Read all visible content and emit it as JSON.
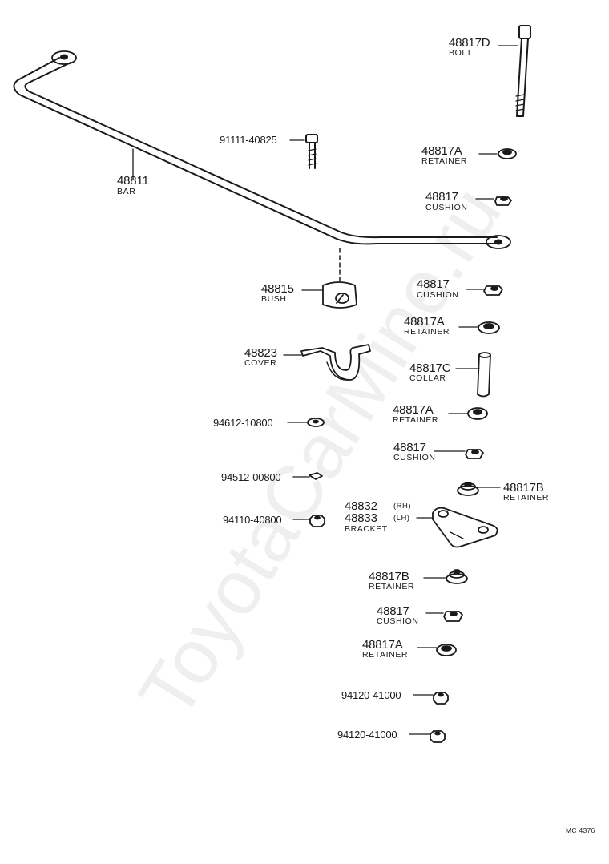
{
  "watermark": "ToyotaCarMine.ru",
  "drawing_code": "MC 4376",
  "parts": {
    "bolt": {
      "number": "48817D",
      "name": "BOLT"
    },
    "retainer_1": {
      "number": "48817A",
      "name": "RETAINER"
    },
    "cushion_1": {
      "number": "48817",
      "name": "CUSHION"
    },
    "bar": {
      "number": "48811",
      "name": "BAR"
    },
    "bolt_small": {
      "number": "91111-40825"
    },
    "bush": {
      "number": "48815",
      "name": "BUSH"
    },
    "cushion_2": {
      "number": "48817",
      "name": "CUSHION"
    },
    "retainer_2": {
      "number": "48817A",
      "name": "RETAINER"
    },
    "cover": {
      "number": "48823",
      "name": "COVER"
    },
    "collar": {
      "number": "48817C",
      "name": "COLLAR"
    },
    "retainer_3": {
      "number": "48817A",
      "name": "RETAINER"
    },
    "washer": {
      "number": "94612-10800"
    },
    "cushion_3": {
      "number": "48817",
      "name": "CUSHION"
    },
    "lock_washer": {
      "number": "94512-00800"
    },
    "retainer_b1": {
      "number": "48817B",
      "name": "RETAINER"
    },
    "bracket": {
      "number_rh": "48832",
      "side_rh": "(RH)",
      "number_lh": "48833",
      "side_lh": "(LH)",
      "name": "BRACKET"
    },
    "nut_1": {
      "number": "94110-40800"
    },
    "retainer_b2": {
      "number": "48817B",
      "name": "RETAINER"
    },
    "cushion_4": {
      "number": "48817",
      "name": "CUSHION"
    },
    "retainer_4": {
      "number": "48817A",
      "name": "RETAINER"
    },
    "nut_2": {
      "number": "94120-41000"
    },
    "nut_3": {
      "number": "94120-41000"
    }
  },
  "colors": {
    "ink": "#1a1a1a",
    "watermark": "#dcdcdc",
    "background": "#ffffff"
  }
}
